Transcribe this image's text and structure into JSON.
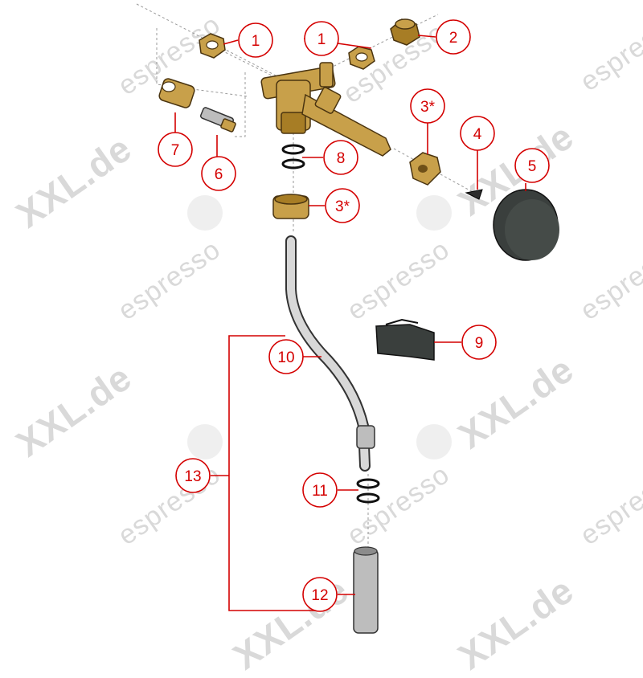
{
  "watermark": {
    "espresso_text": "espresso",
    "xxl_text": "XXL.de"
  },
  "callouts": [
    {
      "id": "c1a",
      "label": "1"
    },
    {
      "id": "c1b",
      "label": "1"
    },
    {
      "id": "c2",
      "label": "2"
    },
    {
      "id": "c3a",
      "label": "3*"
    },
    {
      "id": "c3b",
      "label": "3*"
    },
    {
      "id": "c4",
      "label": "4"
    },
    {
      "id": "c5",
      "label": "5"
    },
    {
      "id": "c6",
      "label": "6"
    },
    {
      "id": "c7",
      "label": "7"
    },
    {
      "id": "c8",
      "label": "8"
    },
    {
      "id": "c9",
      "label": "9"
    },
    {
      "id": "c10",
      "label": "10"
    },
    {
      "id": "c11",
      "label": "11"
    },
    {
      "id": "c12",
      "label": "12"
    },
    {
      "id": "c13",
      "label": "13"
    }
  ],
  "colors": {
    "callout_red": "#d40000",
    "brass": "#c8a04a",
    "steel": "#bdbdbd",
    "rubber": "#3a3f3d",
    "watermark": "#d9d9d9"
  }
}
